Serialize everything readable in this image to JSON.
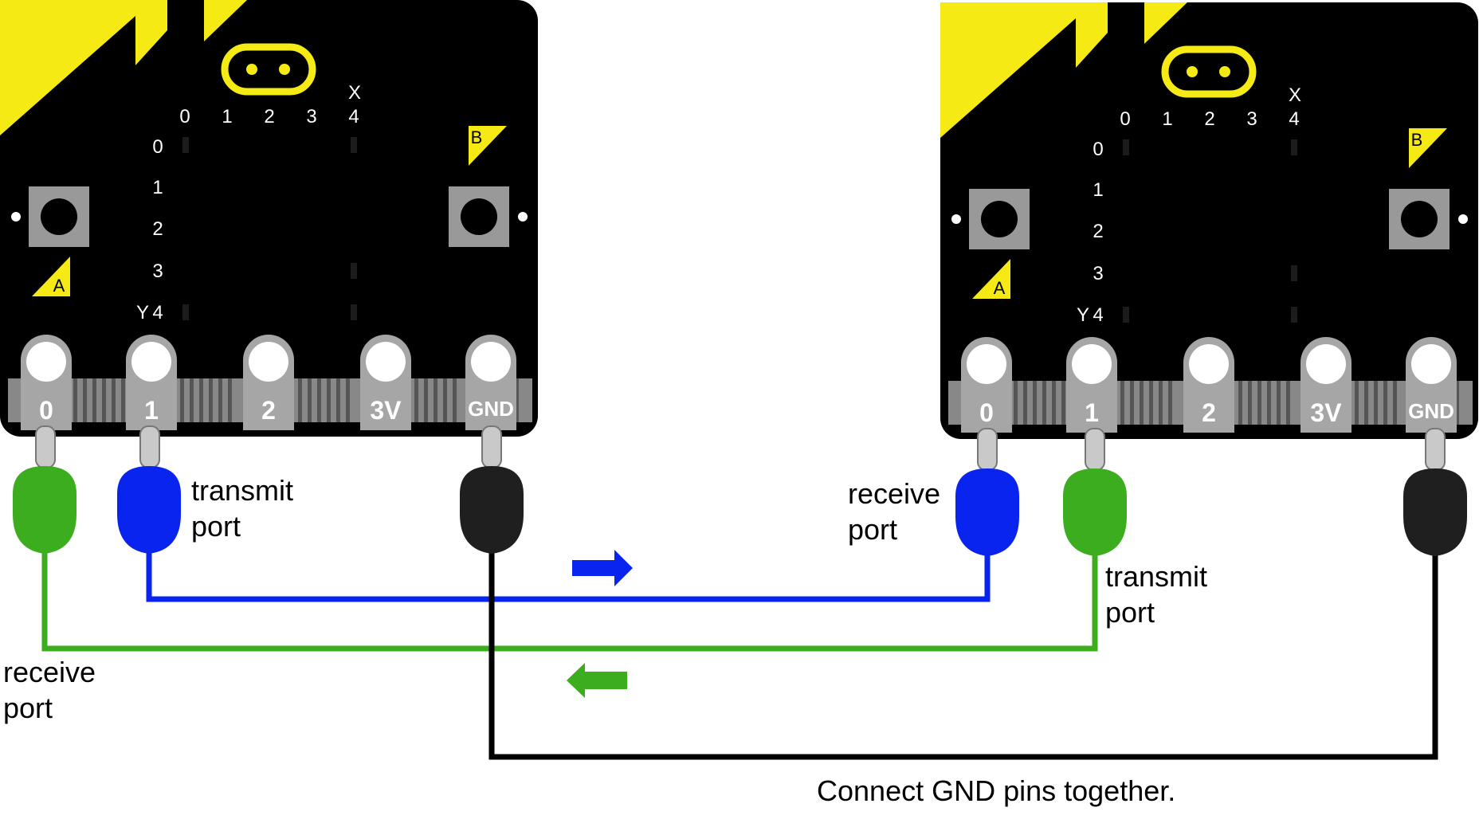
{
  "colors": {
    "board": "#000000",
    "accent": "#f5ea14",
    "pad": "#a6a6a6",
    "button": "#999999",
    "wire_blue": "#0a24f0",
    "wire_green": "#3cad1e",
    "wire_black": "#000000",
    "plug_blue": "#0a24f0",
    "plug_green": "#3cad1e",
    "plug_black": "#1f1f1f"
  },
  "boards": [
    {
      "name": "left",
      "grid": {
        "x_axis_letter": "X",
        "y_axis_letter": "Y",
        "cols": [
          "0",
          "1",
          "2",
          "3",
          "4"
        ],
        "rows": [
          "0",
          "1",
          "2",
          "3",
          "4"
        ]
      },
      "buttons": {
        "a": "A",
        "b": "B"
      },
      "pins": [
        "0",
        "1",
        "2",
        "3V",
        "GND"
      ]
    },
    {
      "name": "right",
      "grid": {
        "x_axis_letter": "X",
        "y_axis_letter": "Y",
        "cols": [
          "0",
          "1",
          "2",
          "3",
          "4"
        ],
        "rows": [
          "0",
          "1",
          "2",
          "3",
          "4"
        ]
      },
      "buttons": {
        "a": "A",
        "b": "B"
      },
      "pins": [
        "0",
        "1",
        "2",
        "3V",
        "GND"
      ]
    }
  ],
  "labels": {
    "left_transmit": [
      "transmit",
      "port"
    ],
    "left_receive": [
      "receive",
      "port"
    ],
    "right_receive": [
      "receive",
      "port"
    ],
    "right_transmit": [
      "transmit",
      "port"
    ],
    "gnd_note": "Connect GND pins together."
  },
  "icons": {
    "arrow_right": "arrow-right-icon",
    "arrow_left": "arrow-left-icon"
  }
}
